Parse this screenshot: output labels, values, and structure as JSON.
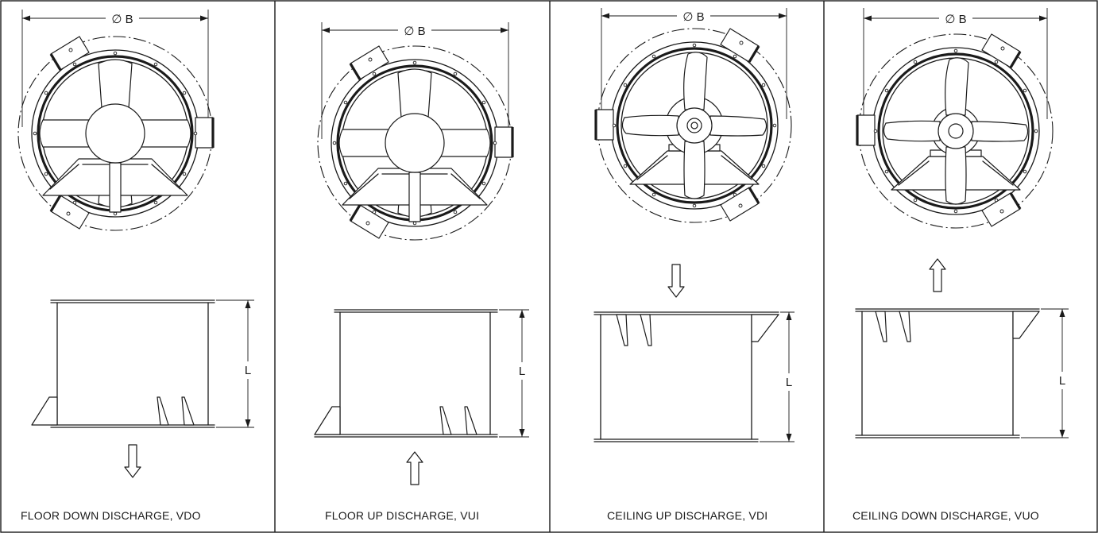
{
  "panels": [
    {
      "id": "vdo",
      "caption": "FLOOR DOWN DISCHARGE, VDO",
      "diameter_label": "∅ B",
      "length_label": "L",
      "mount": "floor",
      "airflow": "down"
    },
    {
      "id": "vui",
      "caption": "FLOOR UP DISCHARGE, VUI",
      "diameter_label": "∅ B",
      "length_label": "L",
      "mount": "floor",
      "airflow": "up"
    },
    {
      "id": "vdi",
      "caption": "CEILING UP DISCHARGE, VDI",
      "diameter_label": "∅ B",
      "length_label": "L",
      "mount": "ceiling",
      "airflow": "down"
    },
    {
      "id": "vuo",
      "caption": "CEILING DOWN DISCHARGE, VUO",
      "diameter_label": "∅ B",
      "length_label": "L",
      "mount": "ceiling",
      "airflow": "up"
    }
  ]
}
